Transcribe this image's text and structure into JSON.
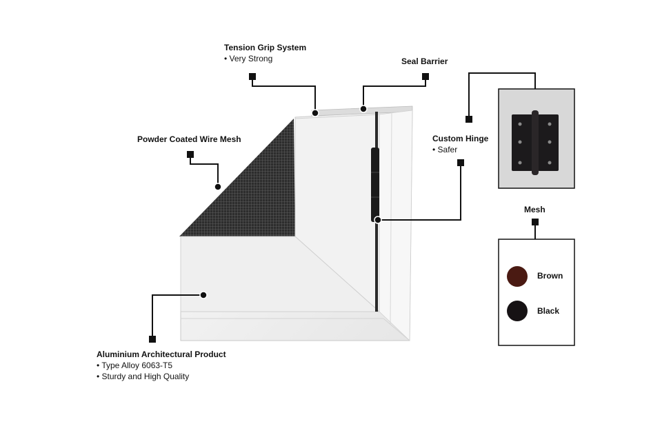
{
  "callouts": {
    "tension_grip": {
      "title": "Tension Grip System",
      "bullets": [
        "• Very Strong"
      ]
    },
    "seal_barrier": {
      "title": "Seal Barrier"
    },
    "powder_mesh": {
      "title": "Powder Coated Wire Mesh"
    },
    "custom_hinge": {
      "title": "Custom Hinge",
      "bullets": [
        "• Safer"
      ]
    },
    "aluminium": {
      "title": "Aluminium Architectural Product",
      "bullets": [
        "• Type Alloy 6063-T5",
        "• Sturdy and High Quality"
      ]
    }
  },
  "mesh_panel": {
    "title": "Mesh",
    "options": [
      {
        "label": "Brown",
        "color": "#4a1a12"
      },
      {
        "label": "Black",
        "color": "#161214"
      }
    ]
  },
  "colors": {
    "leader": "#111111",
    "frame": "#f4f4f4",
    "frame_edge": "#c8c8c8",
    "hinge_bg": "#d8d8d8",
    "hinge_metal": "#1c1a1c"
  }
}
